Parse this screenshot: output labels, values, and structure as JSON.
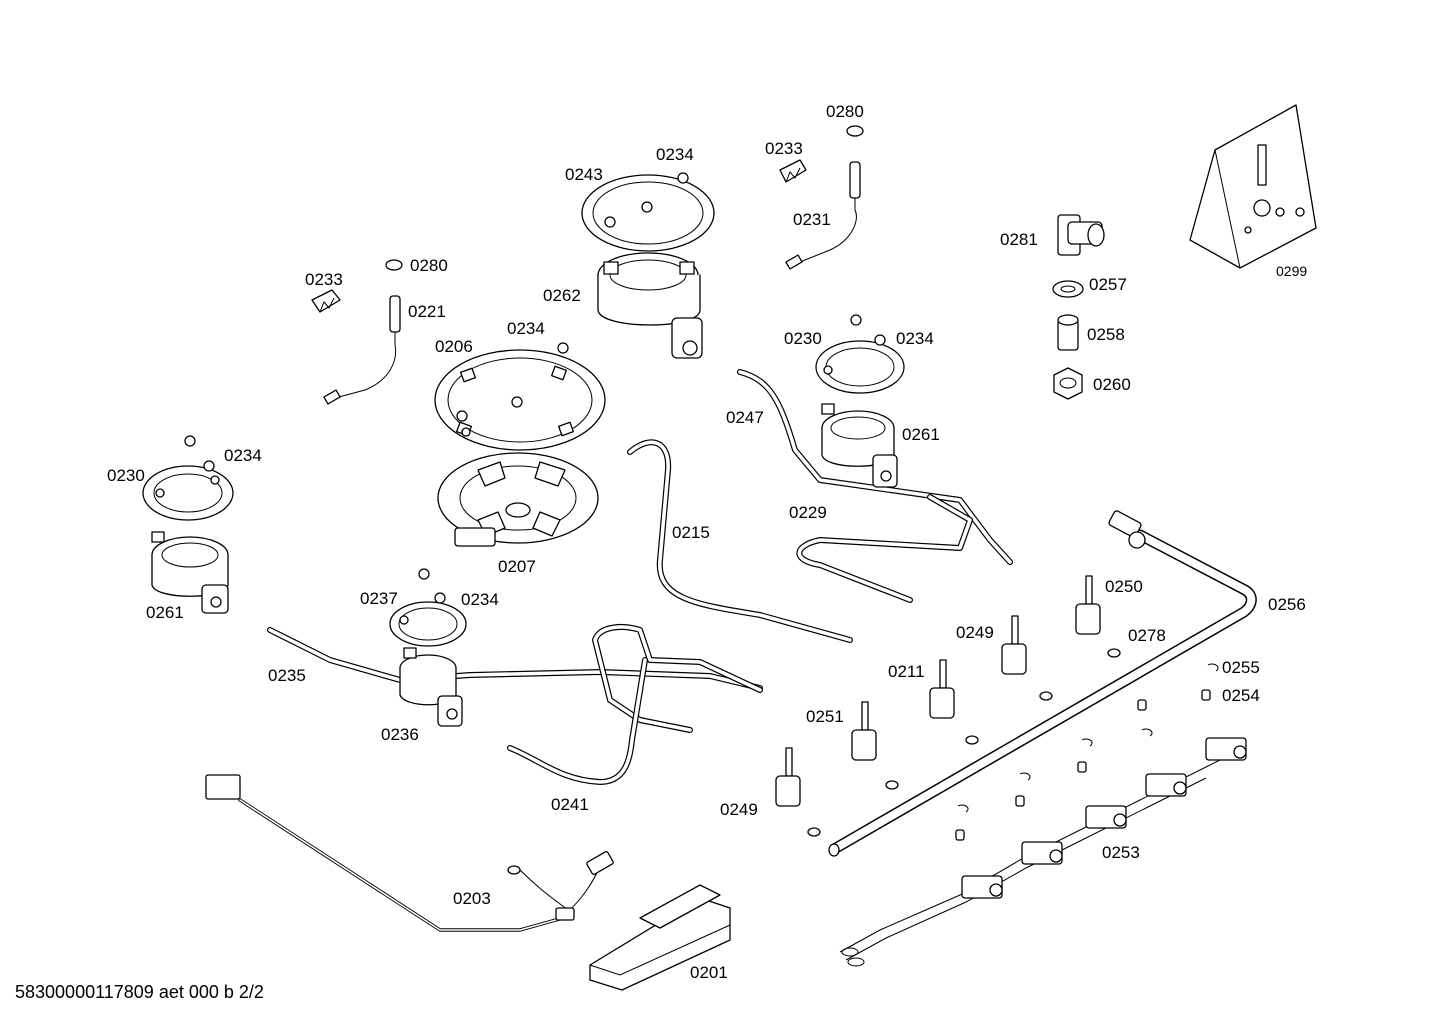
{
  "footer": {
    "document_code": "58300000117809 aet 000 b 2/2"
  },
  "labels": {
    "l0280_top": "0280",
    "l0233_top": "0233",
    "l0231": "0231",
    "l0234_top": "0234",
    "l0243": "0243",
    "l0262": "0262",
    "l0281": "0281",
    "l0257": "0257",
    "l0258": "0258",
    "l0260": "0260",
    "l0299": "0299",
    "l0233_left": "0233",
    "l0280_left": "0280",
    "l0221": "0221",
    "l0234_mid": "0234",
    "l0206": "0206",
    "l0230_right": "0230",
    "l0234_right": "0234",
    "l0247": "0247",
    "l0261_right": "0261",
    "l0230_left": "0230",
    "l0234_left": "0234",
    "l0215": "0215",
    "l0229": "0229",
    "l0207": "0207",
    "l0261_left": "0261",
    "l0237": "0237",
    "l0234_small": "0234",
    "l0250": "0250",
    "l0256": "0256",
    "l0249_upper": "0249",
    "l0278": "0278",
    "l0255": "0255",
    "l0254": "0254",
    "l0235": "0235",
    "l0211": "0211",
    "l0251": "0251",
    "l0236": "0236",
    "l0241": "0241",
    "l0249_lower": "0249",
    "l0253": "0253",
    "l0203": "0203",
    "l0201": "0201"
  }
}
